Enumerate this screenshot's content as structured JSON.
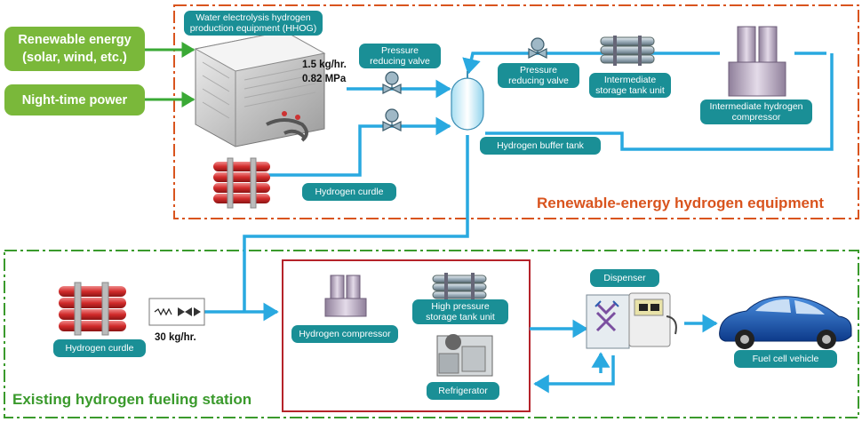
{
  "inputs": {
    "renewable": "Renewable energy\n(solar, wind, etc.)",
    "night": "Night-time power"
  },
  "equipment": {
    "hhog": "Water electrolysis hydrogen production equipment (HHOG)",
    "flow_rate": "1.5 kg/hr.",
    "pressure": "0.82 MPa",
    "prv_1": "Pressure reducing valve",
    "prv_2": "Pressure reducing valve",
    "intermediate_tank": "Intermediate storage tank unit",
    "intermediate_compressor": "Intermediate hydrogen compressor",
    "buffer_tank": "Hydrogen buffer tank",
    "curdle_top": "Hydrogen curdle",
    "section_title": "Renewable-energy hydrogen equipment"
  },
  "station": {
    "curdle_bottom": "Hydrogen curdle",
    "flow_30": "30 kg/hr.",
    "compressor": "Hydrogen compressor",
    "hp_tank": "High pressure storage tank unit",
    "refrigerator": "Refrigerator",
    "dispenser": "Dispenser",
    "vehicle": "Fuel cell vehicle",
    "section_title": "Existing hydrogen fueling station"
  },
  "colors": {
    "pipe": "#29a9e0",
    "green_arrow": "#3aa935",
    "label_bg": "#1a8f96",
    "red_frame": "#d9541e",
    "green_frame": "#3a9a2c",
    "dark_red_box": "#b5232a"
  }
}
